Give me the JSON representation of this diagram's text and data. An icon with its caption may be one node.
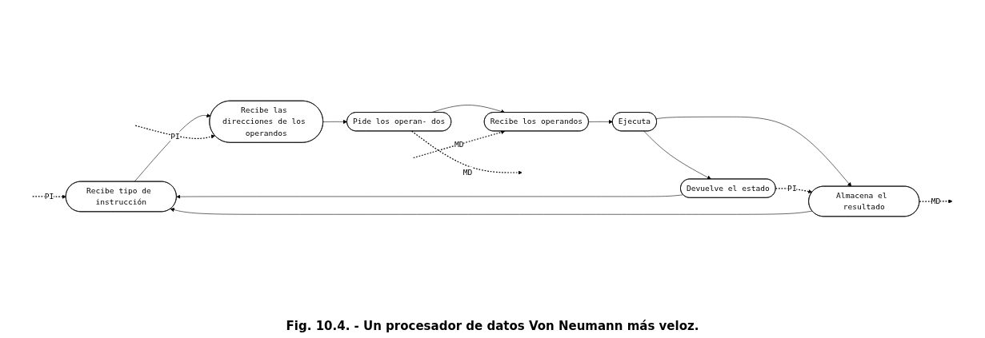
{
  "diagram": {
    "caption": "Fig. 10.4. - Un procesador de datos Von Neumann más veloz.",
    "nodes": [
      {
        "text": [
          "Recibe tipo de instrucción"
        ]
      },
      {
        "text": [
          "Recibe las direcciones de los operandos"
        ]
      },
      {
        "text": [
          "Pide los operan- dos"
        ]
      },
      {
        "text": [
          "Devuelve el estado"
        ]
      },
      {
        "text": [
          "Recibe los operandos"
        ]
      },
      {
        "text": [
          "Ejecuta"
        ]
      },
      {
        "text": [
          "Almacena el resultado"
        ]
      }
    ],
    "edges": [
      {
        "from": 0,
        "to": 1,
        "arrow": "to"
      },
      {
        "from": 1,
        "to": 2,
        "arrow": "to"
      },
      {
        "from": 2,
        "to": 4,
        "arrow": "to"
      },
      {
        "from": 4,
        "to": 5,
        "arrow": "to"
      },
      {
        "from": 5,
        "to": 3,
        "arrow": "to"
      },
      {
        "from": 5,
        "to": 6,
        "arrow": "to"
      },
      {
        "from": 3,
        "to": 0,
        "arrow": "to"
      },
      {
        "from": 6,
        "to": 0,
        "arrow": "to"
      },
      {
        "from": null,
        "to": 0,
        "arrow": "to",
        "label": "PI",
        "style": "dashed"
      },
      {
        "from": null,
        "to": 1,
        "arrow": "to",
        "label": "PI",
        "style": "dashed"
      },
      {
        "from": 2,
        "to": null,
        "arrow": "to",
        "label": "MD",
        "style": "dashed"
      },
      {
        "from": null,
        "to": 4,
        "arrow": "to",
        "label": "MD",
        "style": "dashed"
      },
      {
        "from": 3,
        "to": 6,
        "arrow": "to",
        "label": "PI",
        "style": "dashed"
      },
      {
        "from": 6,
        "to": null,
        "arrow": "to",
        "label": "MD",
        "style": "dashed"
      }
    ]
  }
}
